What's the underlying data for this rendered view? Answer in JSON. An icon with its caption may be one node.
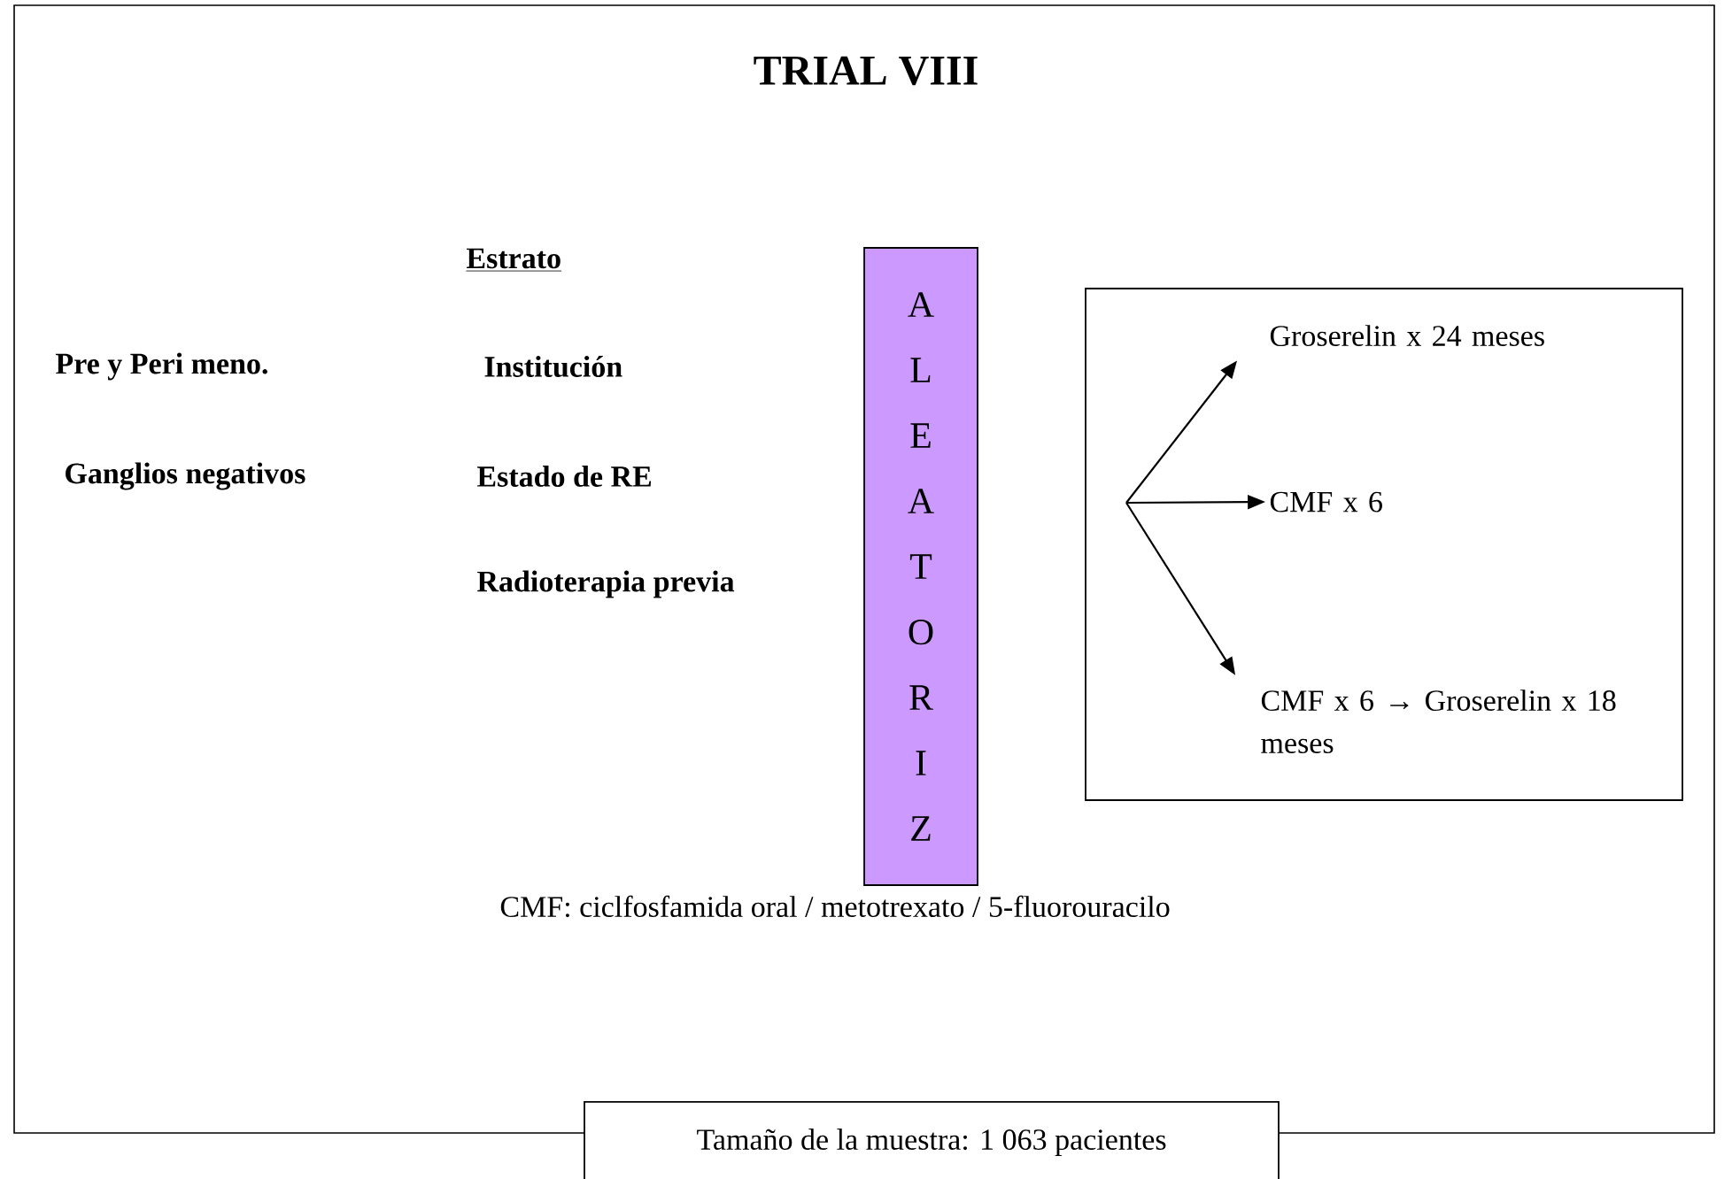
{
  "diagram": {
    "title": "TRIAL VIII",
    "nodes": [
      {
        "text": [
          "ALEATORIZ"
        ]
      },
      {
        "text": [],
        "shape": "box"
      },
      {
        "text": [
          "Groserelin x 24 meses"
        ],
        "in": 1
      },
      {
        "text": [
          "CMF x 6"
        ],
        "in": 1
      },
      {
        "text": [
          "CMF x 6 → Groserelin x 18 meses"
        ],
        "in": 1
      },
      {
        "text": [
          "Tamaño de la muestra: 1 063 pacientes"
        ]
      }
    ],
    "edges": [
      {
        "from": null,
        "to": 2,
        "arrow": "to"
      },
      {
        "from": null,
        "to": 3,
        "arrow": "to"
      },
      {
        "from": null,
        "to": 4,
        "arrow": "to"
      }
    ],
    "labels": [
      "Estrato",
      "Pre y Peri meno.",
      "Institución",
      "Ganglios negativos",
      "Estado de RE",
      "Radioterapia previa",
      "CMF: ciclfosfamida oral / metotrexato / 5-fluorouracilo"
    ]
  }
}
